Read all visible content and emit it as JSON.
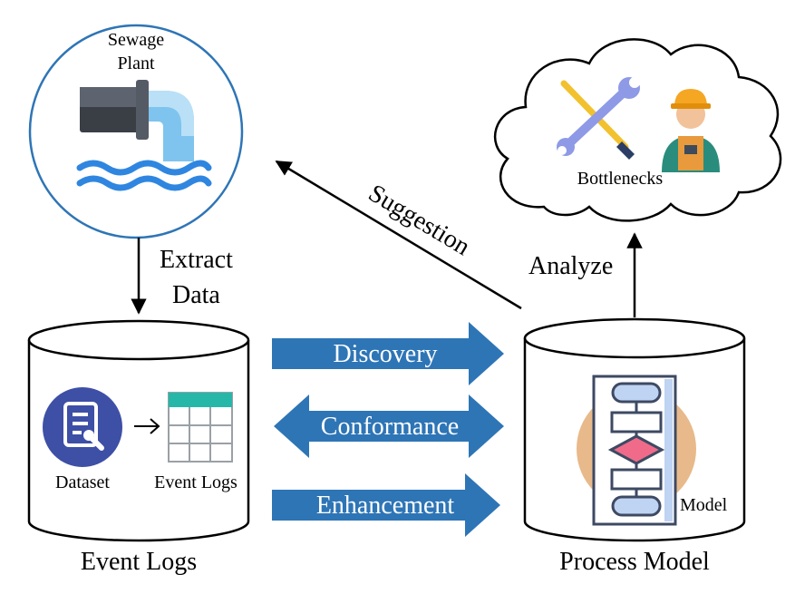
{
  "plant": {
    "label_line1": "Sewage",
    "label_line2": "Plant"
  },
  "extract": {
    "line1": "Extract",
    "line2": "Data"
  },
  "suggestion": "Suggestion",
  "analyze": "Analyze",
  "bottlenecks": "Bottlenecks",
  "event_logs_db": {
    "caption": "Event Logs",
    "dataset_label": "Dataset",
    "event_logs_label": "Event Logs"
  },
  "process_model_db": {
    "caption": "Process Model",
    "model_label": "Model"
  },
  "arrows": {
    "discovery": "Discovery",
    "conformance": "Conformance",
    "enhancement": "Enhancement"
  },
  "icons": {
    "plant": "sewage-pipe-icon",
    "dataset": "dataset-document-icon",
    "event_logs": "spreadsheet-table-icon",
    "flowchart": "flowchart-icon",
    "tools": "wrench-screwdriver-icon",
    "worker": "construction-worker-icon"
  },
  "colors": {
    "arrow_blue": "#2E75B6",
    "circle_border": "#2E75B6",
    "pipe_blue": "#7EC4EE",
    "water_blue": "#2F86E0",
    "dataset_circle": "#3E4FA6",
    "table_header": "#26B7A9",
    "flowchart_bg": "#E8B98A"
  }
}
